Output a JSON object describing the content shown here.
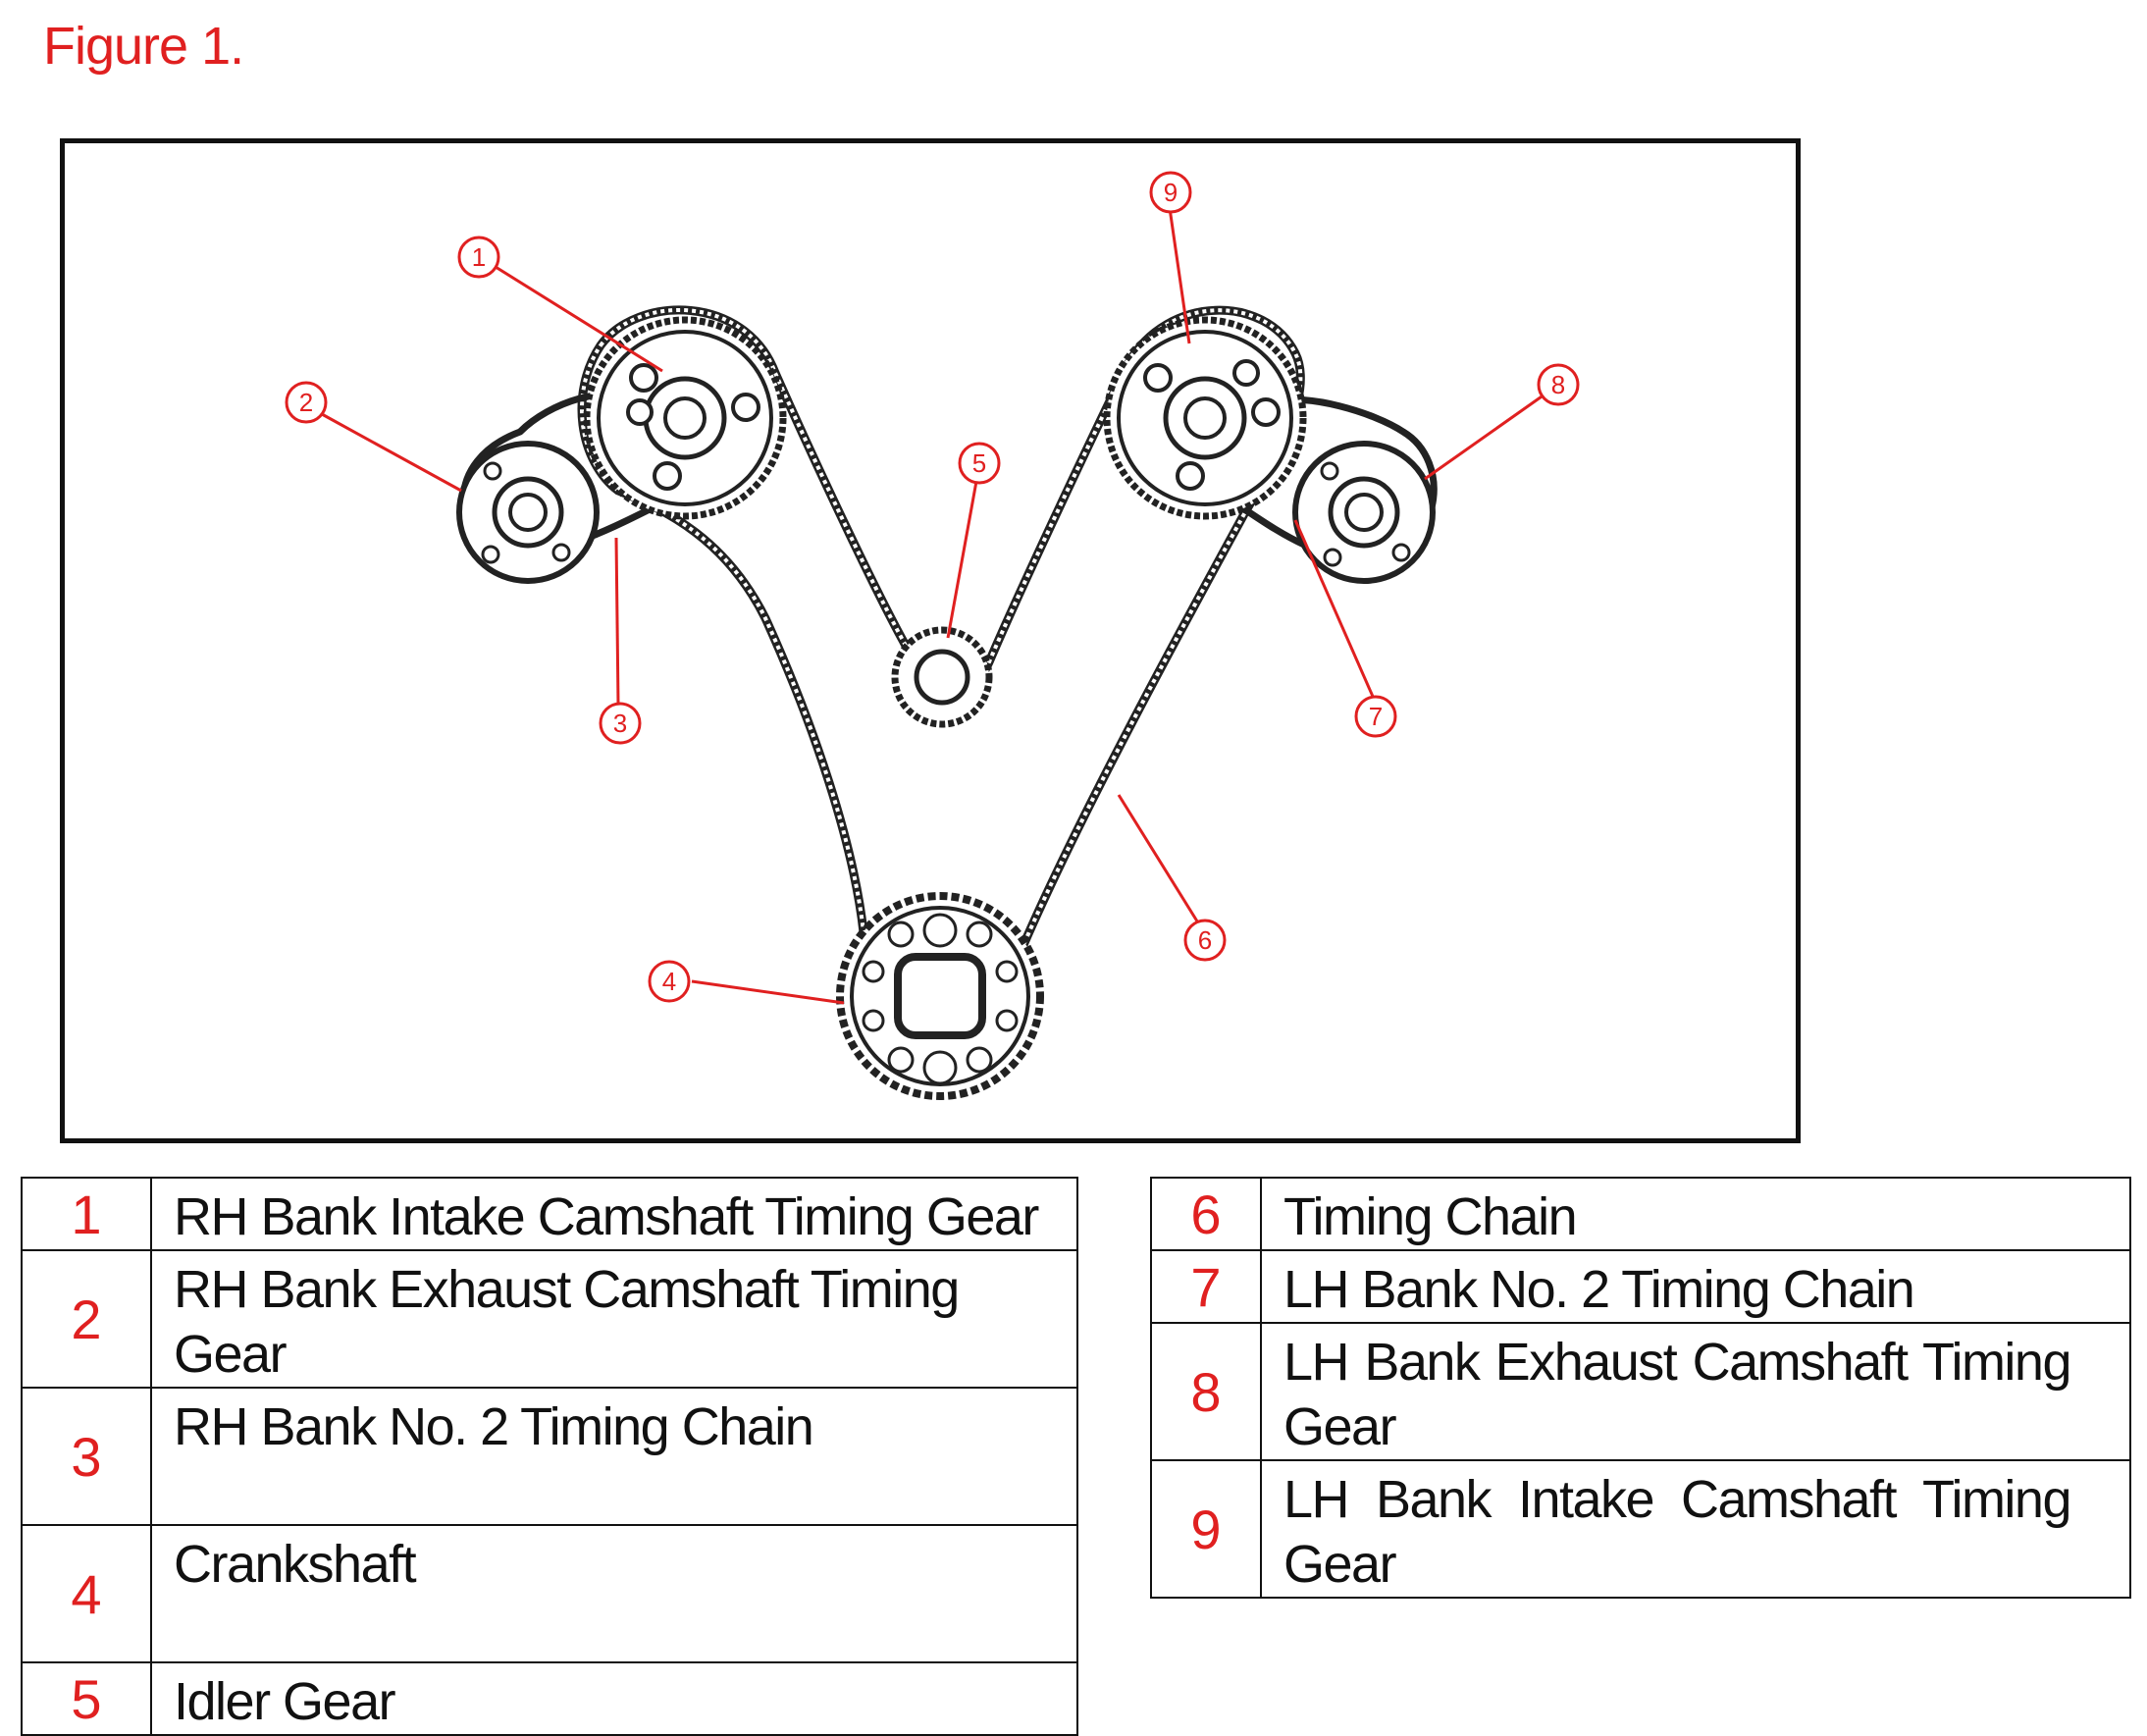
{
  "figure": {
    "title": "Figure 1."
  },
  "callouts": [
    "1",
    "2",
    "3",
    "4",
    "5",
    "6",
    "7",
    "8",
    "9"
  ],
  "legend": {
    "left": [
      {
        "num": "1",
        "label": "RH Bank Intake Camshaft Timing Gear"
      },
      {
        "num": "2",
        "label": "RH Bank Exhaust Camshaft Timing Gear"
      },
      {
        "num": "3",
        "label": "RH Bank No. 2 Timing Chain"
      },
      {
        "num": "4",
        "label": "Crankshaft"
      },
      {
        "num": "5",
        "label": "Idler Gear"
      }
    ],
    "right": [
      {
        "num": "6",
        "label": "Timing Chain"
      },
      {
        "num": "7",
        "label": "LH Bank No. 2 Timing Chain"
      },
      {
        "num": "8",
        "label": "LH Bank Exhaust Camshaft Timing Gear"
      },
      {
        "num": "9",
        "label": "LH Bank Intake Camshaft Timing Gear"
      }
    ]
  },
  "colors": {
    "accent": "#e02020",
    "line": "#111111"
  }
}
